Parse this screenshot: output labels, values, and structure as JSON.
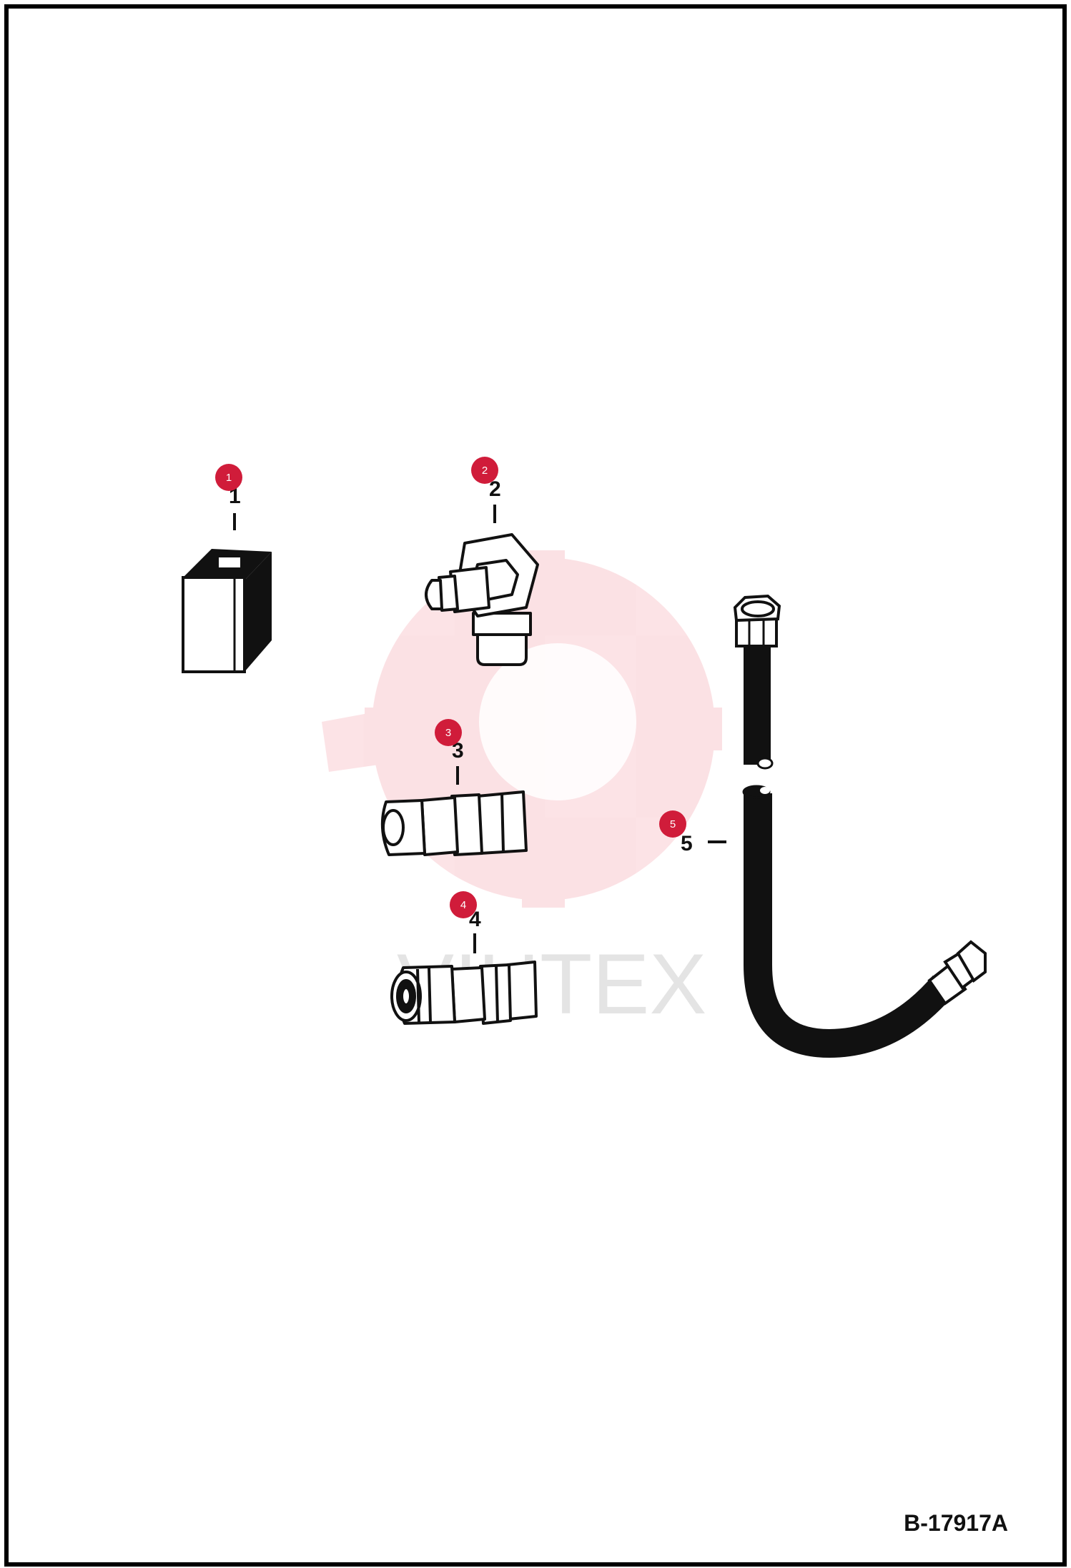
{
  "watermark": {
    "text": "VIHTEX",
    "color": "#e8243a"
  },
  "hotspot_color": "#d01c3a",
  "parts": [
    {
      "hotspot": "1",
      "number": "1"
    },
    {
      "hotspot": "2",
      "number": "2"
    },
    {
      "hotspot": "3",
      "number": "3"
    },
    {
      "hotspot": "4",
      "number": "4"
    },
    {
      "hotspot": "5",
      "number": "5"
    }
  ],
  "reference": "B-17917A"
}
